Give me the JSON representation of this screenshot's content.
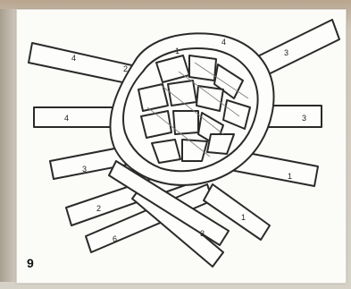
{
  "figure": {
    "step_number": "9",
    "strip_labels": {
      "left_top": "4",
      "left_mid": "4",
      "left_low": "3",
      "left_lower": "2",
      "left_bottom": "6",
      "top_a": "1",
      "top_b": "4",
      "top_c": "2",
      "right_top": "3",
      "right_mid": "3",
      "right_low": "1",
      "bottom_a": "1",
      "bottom_b": "3"
    }
  }
}
